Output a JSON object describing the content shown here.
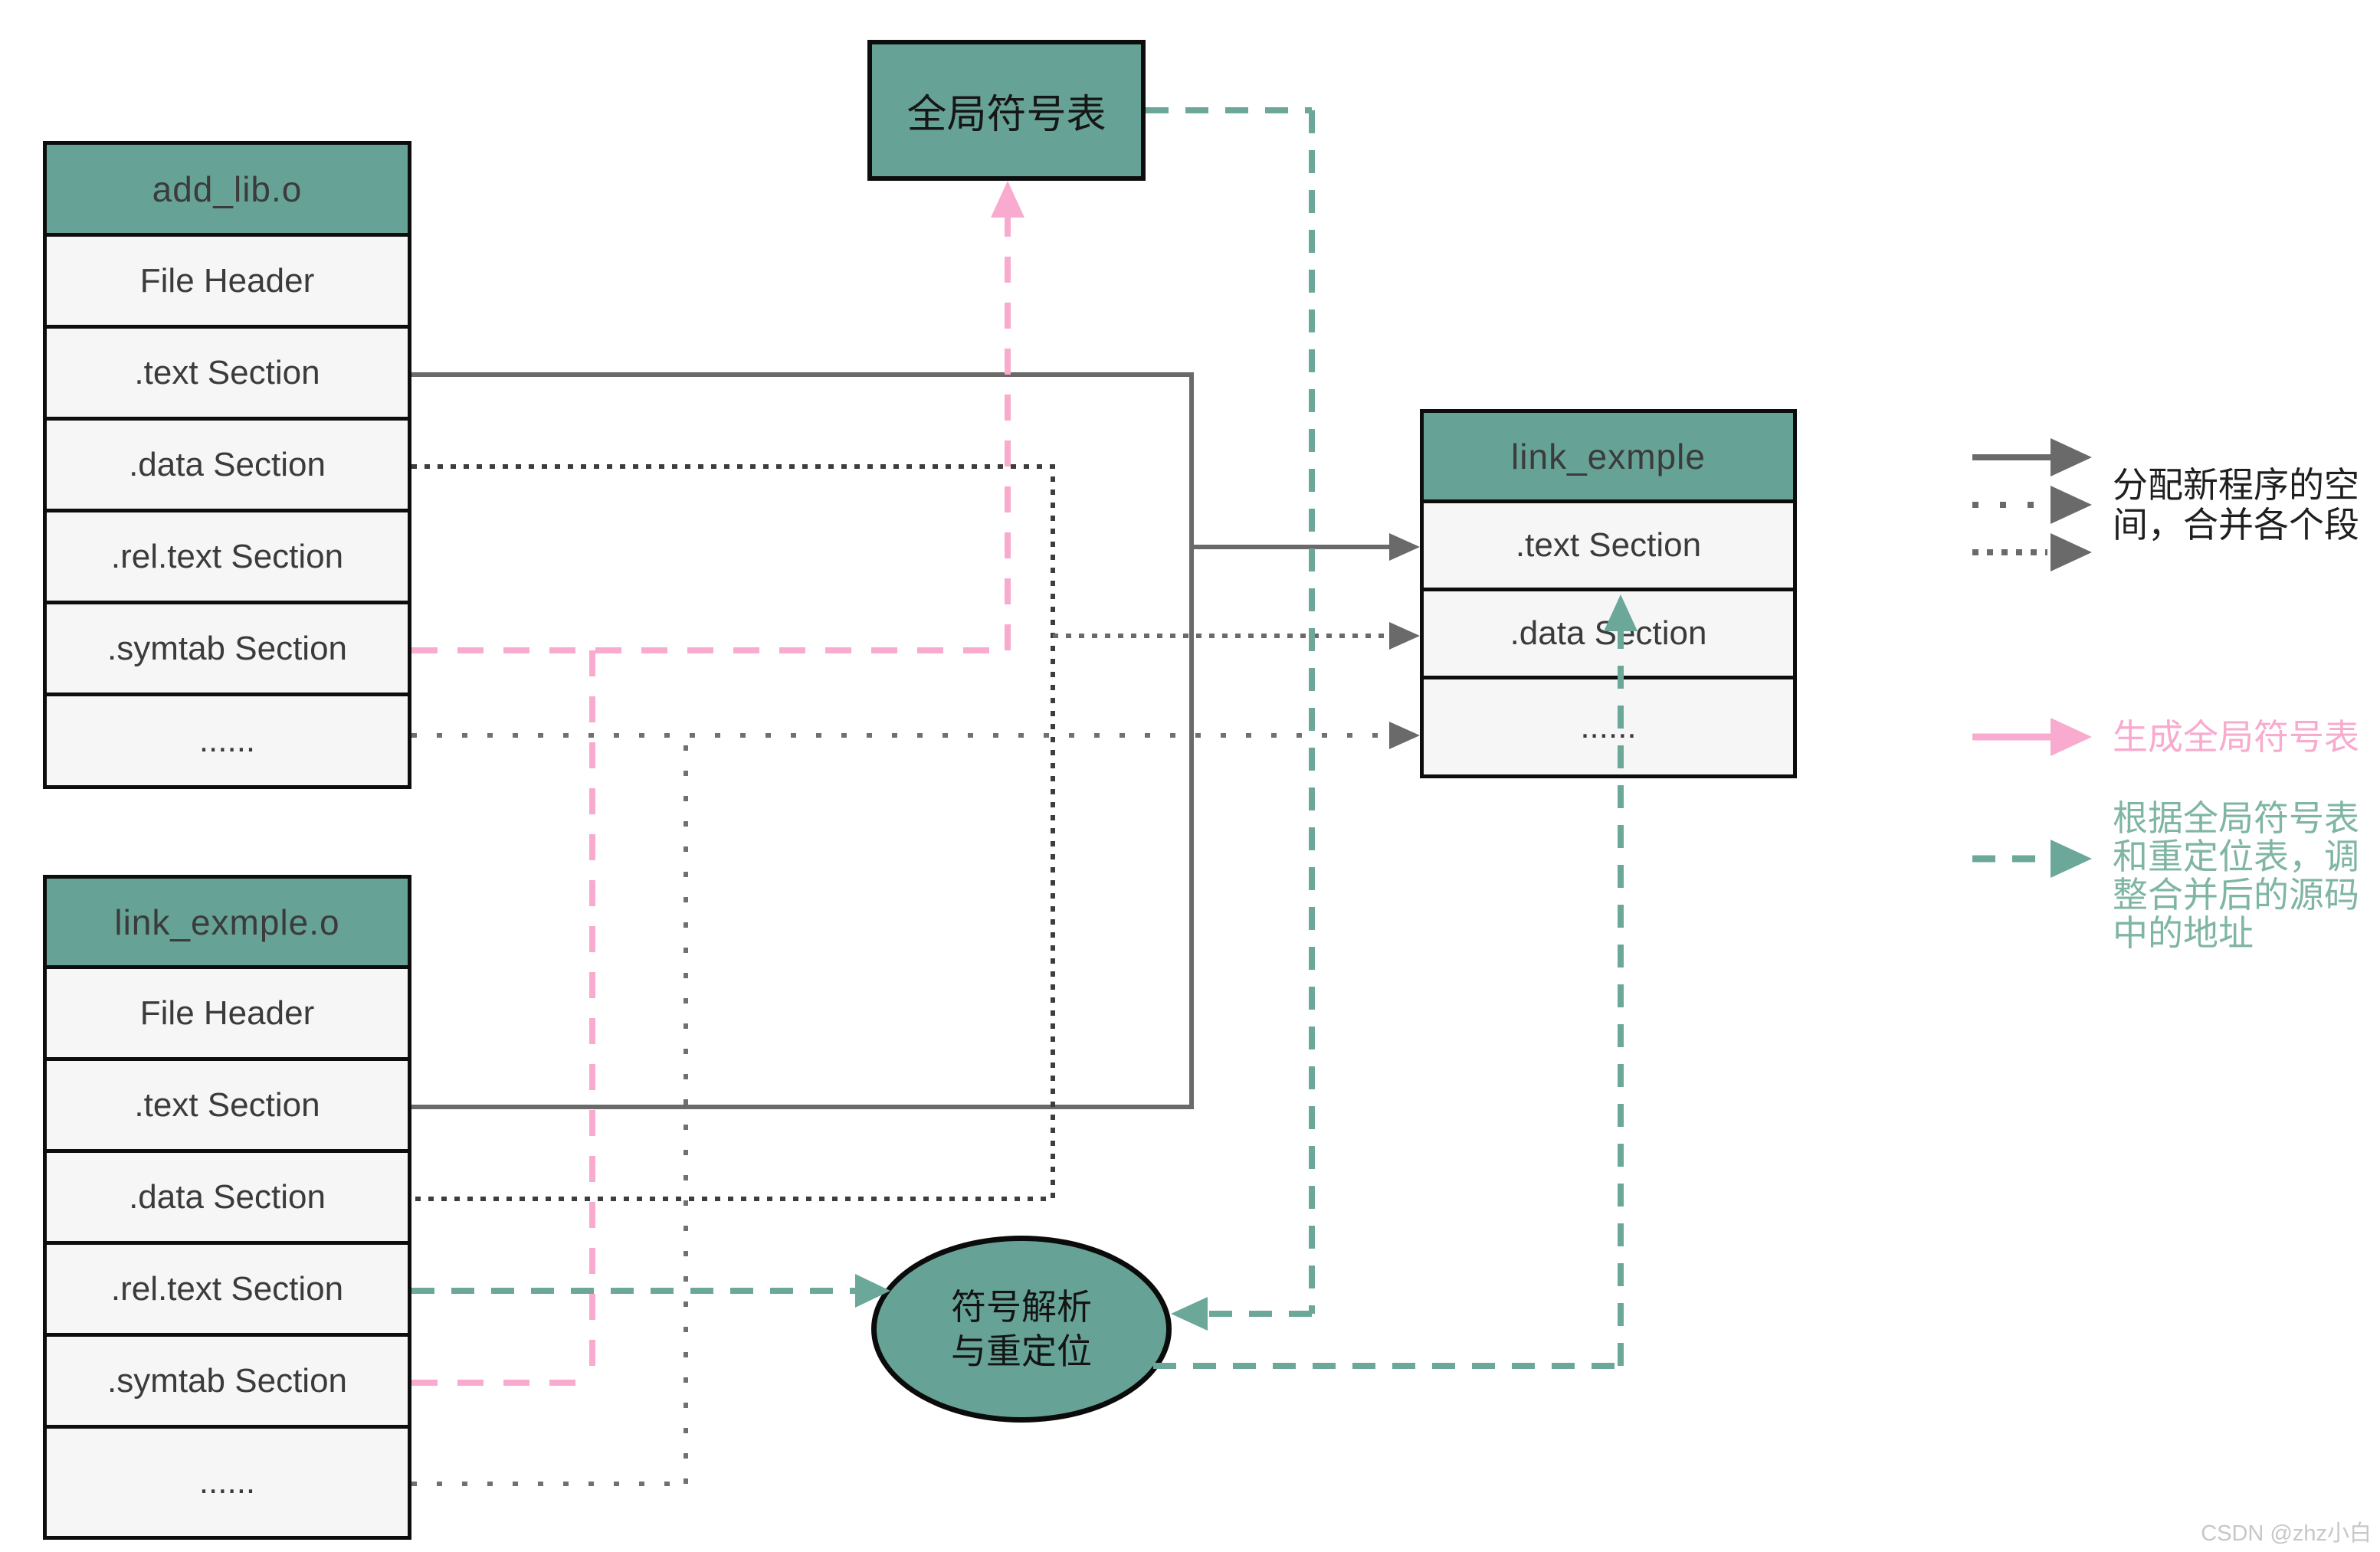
{
  "colors": {
    "node_fill": "#66a396",
    "row_fill": "#f6f6f6",
    "border": "#0d0d0d",
    "gray_arrow": "#6a6a6a",
    "dark_dotted_arrow": "#3d3d3d",
    "pink_arrow": "#f8abce",
    "teal_arrow": "#6ba89a",
    "teal_legend_text": "#7fb5a3",
    "row_label_text": "#3b3b3b",
    "watermark_text": "#c7c7c7"
  },
  "boxes": {
    "add_lib": {
      "title": "add_lib.o",
      "rows": [
        "File Header",
        ".text Section",
        ".data Section",
        ".rel.text Section",
        ".symtab Section",
        "......"
      ]
    },
    "link_exmple_obj": {
      "title": "link_exmple.o",
      "rows": [
        "File Header",
        ".text Section",
        ".data Section",
        ".rel.text Section",
        ".symtab Section",
        "......"
      ]
    },
    "link_exmple_out": {
      "title": "link_exmple",
      "rows": [
        ".text Section",
        ".data Section",
        "......"
      ]
    },
    "global_symtab": {
      "title": "全局符号表"
    },
    "resolve_ellipse": {
      "title": "符号解析\n与重定位"
    }
  },
  "legend": {
    "merge_label": "分配新程序的空\n间，合并各个段",
    "gen_symtab_label": "生成全局符号表",
    "relocate_label": "根据全局符号表\n和重定位表，调\n整合并后的源码\n中的地址"
  },
  "watermark": "CSDN @zhz小白"
}
